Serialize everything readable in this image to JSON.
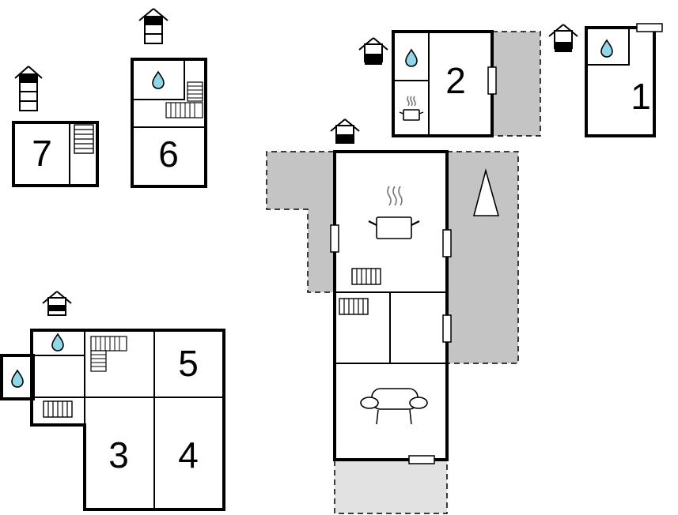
{
  "rooms": {
    "r1": "1",
    "r2": "2",
    "r3": "3",
    "r4": "4",
    "r5": "5",
    "r6": "6",
    "r7": "7"
  },
  "colors": {
    "terrace": "#c4c4c4",
    "terrace_light": "#e2e2e2",
    "water": "#8fd6e6",
    "walls": "#000000"
  },
  "icons": [
    "house-level-icon",
    "water-drop-icon",
    "staircase-icon",
    "cooking-pot-icon",
    "sofa-icon",
    "window-icon",
    "north-arrow-icon"
  ]
}
